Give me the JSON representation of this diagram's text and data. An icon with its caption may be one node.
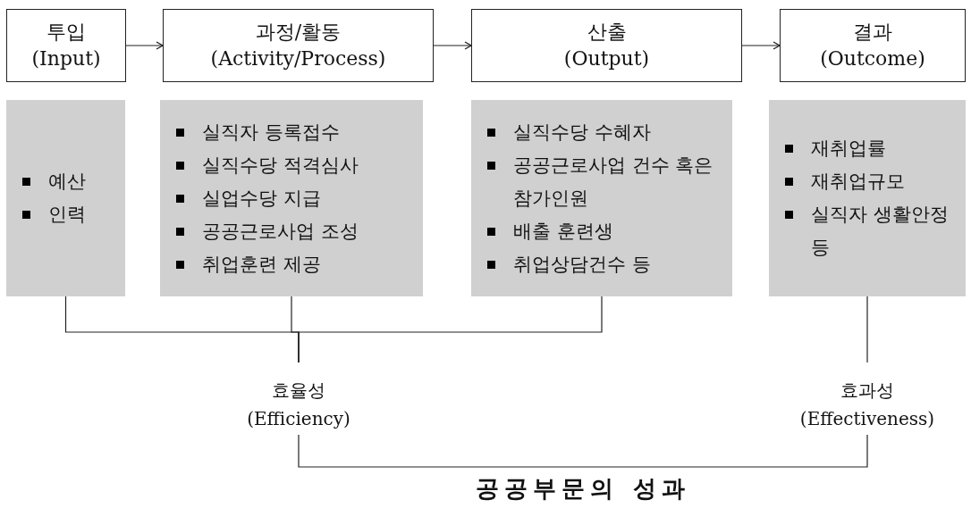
{
  "diagram": {
    "nodes": [
      {
        "text": [
          "투입",
          "(Input)"
        ]
      },
      {
        "text": [
          "과정/활동",
          "(Activity/Process)"
        ]
      },
      {
        "text": [
          "산출",
          "(Output)"
        ]
      },
      {
        "text": [
          "결과",
          "(Outcome)"
        ]
      },
      {
        "text": [
          "예산",
          "인력"
        ]
      },
      {
        "text": [
          "실직자 등록접수",
          "실직수당 적격심사",
          "실업수당 지급",
          "공공근로사업 조성",
          "취업훈련 제공"
        ]
      },
      {
        "text": [
          "실직수당 수혜자",
          "공공근로사업 건수 혹은 참가인원",
          "배출 훈련생",
          "취업상담건수 등"
        ]
      },
      {
        "text": [
          "재취업률",
          "재취업규모",
          "실직자 생활안정 등"
        ]
      },
      {
        "text": [
          "효율성",
          "(Efficiency)"
        ]
      },
      {
        "text": [
          "효과성",
          "(Effectiveness)"
        ]
      },
      {
        "text": [
          "공공부문의 성과"
        ]
      }
    ],
    "edges": [
      {
        "from": 0,
        "to": 1,
        "arrow": "to"
      },
      {
        "from": 1,
        "to": 2,
        "arrow": "to"
      },
      {
        "from": 2,
        "to": 3,
        "arrow": "to"
      },
      {
        "from": 4,
        "to": 8,
        "arrow": "none"
      },
      {
        "from": 5,
        "to": 8,
        "arrow": "none"
      },
      {
        "from": 6,
        "to": 8,
        "arrow": "none"
      },
      {
        "from": 7,
        "to": 9,
        "arrow": "none"
      },
      {
        "from": 8,
        "to": 10,
        "arrow": "none"
      },
      {
        "from": 9,
        "to": 10,
        "arrow": "none"
      }
    ]
  }
}
